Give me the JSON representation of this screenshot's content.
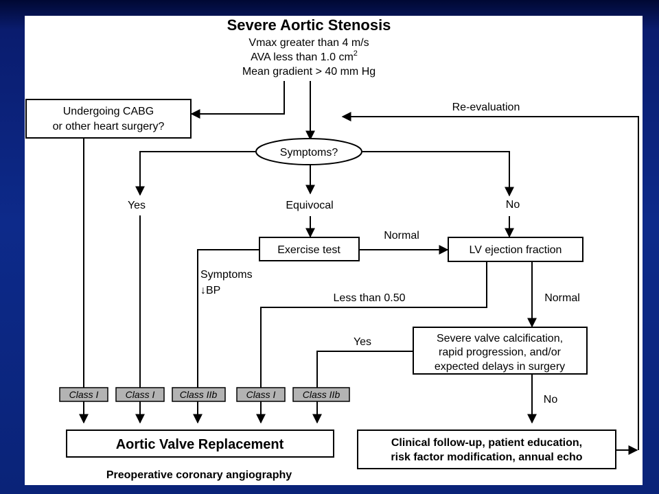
{
  "header": {
    "title": "Severe Aortic Stenosis",
    "line1": "Vmax greater than 4 m/s",
    "line2": "AVA less than 1.0 cm",
    "line2_sup": "2",
    "line3": "Mean gradient > 40 mm Hg"
  },
  "nodes": {
    "cabg_line1": "Undergoing CABG",
    "cabg_line2": "or other heart surgery?",
    "symptoms": "Symptoms?",
    "exercise_test": "Exercise test",
    "lv_ef": "LV ejection fraction",
    "calc_line1": "Severe valve calcification,",
    "calc_line2": "rapid progression, and/or",
    "calc_line3": "expected delays in surgery",
    "avr": "Aortic Valve Replacement",
    "followup_line1": "Clinical follow-up, patient education,",
    "followup_line2": "risk factor modification, annual echo"
  },
  "edge_labels": {
    "reevaluation": "Re-evaluation",
    "yes": "Yes",
    "equivocal": "Equivocal",
    "no": "No",
    "normal_exercise": "Normal",
    "symptoms_bp_1": "Symptoms",
    "symptoms_bp_2": "↓BP",
    "less_than": "Less than 0.50",
    "normal_lv": "Normal",
    "yes_calc": "Yes",
    "no_calc": "No"
  },
  "class_labels": [
    "Class I",
    "Class I",
    "Class IIb",
    "Class I",
    "Class IIb"
  ],
  "footer": "Preoperative coronary angiography"
}
